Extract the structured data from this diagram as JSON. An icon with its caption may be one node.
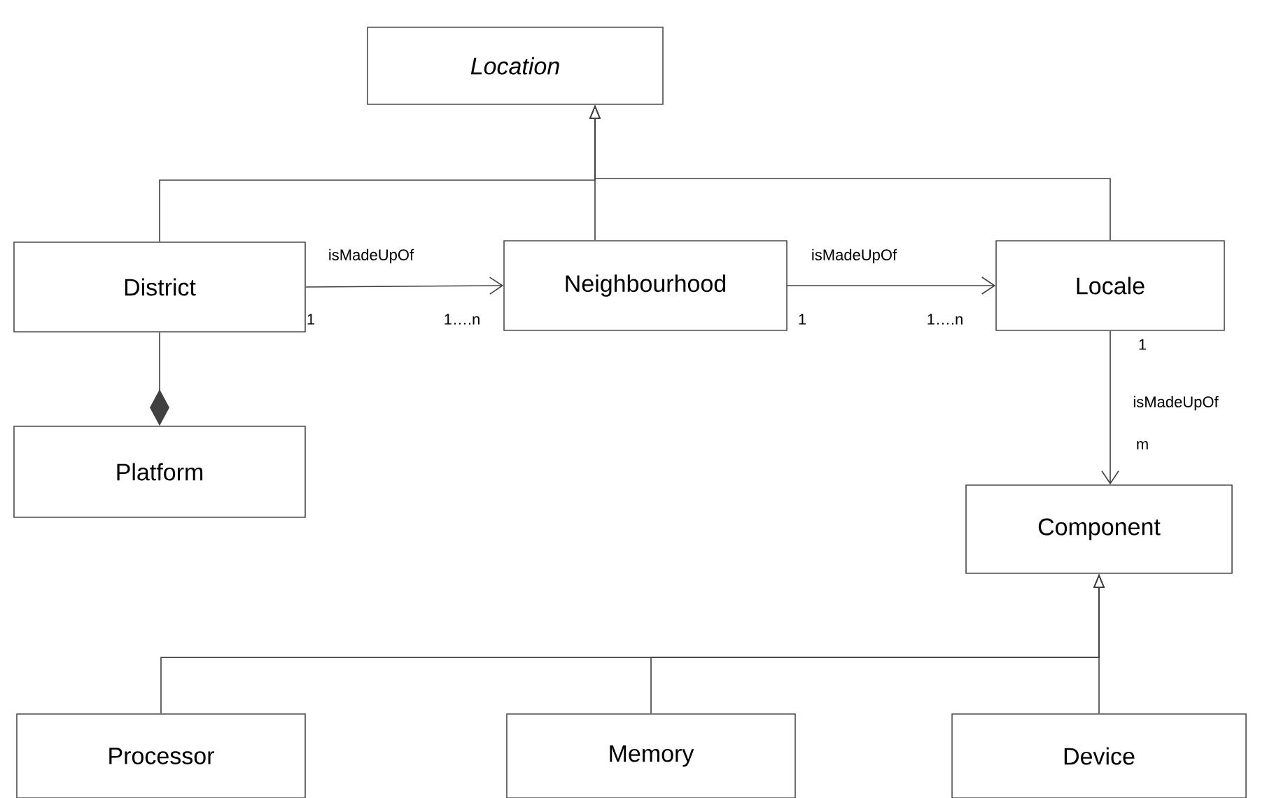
{
  "diagram": {
    "nodes": [
      {
        "text": [
          "*Location*"
        ]
      },
      {
        "text": [
          "District"
        ]
      },
      {
        "text": [
          "Neighbourhood"
        ]
      },
      {
        "text": [
          "Locale"
        ]
      },
      {
        "text": [
          "Platform"
        ]
      },
      {
        "text": [
          "Component"
        ]
      },
      {
        "text": [
          "Processor"
        ]
      },
      {
        "text": [
          "Memory"
        ]
      },
      {
        "text": [
          "Device"
        ]
      }
    ],
    "edges": [
      {
        "from": 1,
        "to": 0,
        "arrow": "to"
      },
      {
        "from": 2,
        "to": 0,
        "arrow": "to"
      },
      {
        "from": 3,
        "to": 0,
        "arrow": "to"
      },
      {
        "from": 1,
        "to": 2,
        "arrow": "to",
        "label": "isMadeUpOf"
      },
      {
        "from": 2,
        "to": 3,
        "arrow": "to",
        "label": "isMadeUpOf"
      },
      {
        "from": 1,
        "to": 4,
        "arrow": "other"
      },
      {
        "from": 3,
        "to": 5,
        "arrow": "to",
        "label": "isMadeUpOf"
      },
      {
        "from": 6,
        "to": 5,
        "arrow": "to"
      },
      {
        "from": 7,
        "to": 5,
        "arrow": "to"
      },
      {
        "from": 8,
        "to": 5,
        "arrow": "to"
      }
    ],
    "labels": [
      "1",
      "1….n",
      "1",
      "1….n",
      "1",
      "m"
    ]
  }
}
